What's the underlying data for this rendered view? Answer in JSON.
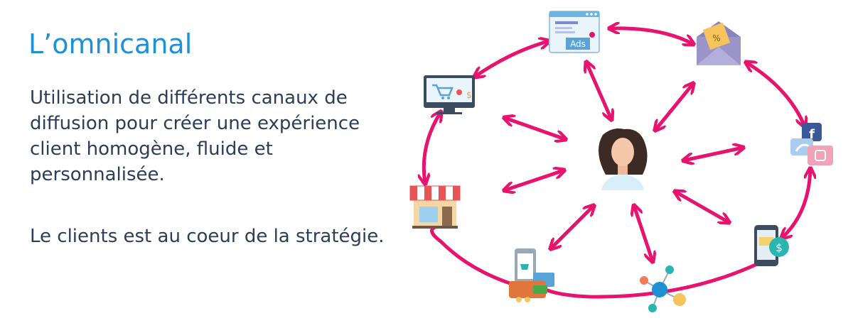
{
  "title": "L’omnicanal",
  "description": "Utilisation de différents canaux de diffusion pour créer une expérience client homogène, fluide et personnalisée.",
  "conclusion": "Le clients est au coeur de la stratégie.",
  "ads_label": "Ads",
  "colors": {
    "accent": "#e8126f",
    "title": "#1f8fd6",
    "text": "#2c3e57"
  },
  "channels": [
    "ads-browser-icon",
    "email-promo-icon",
    "social-media-icon",
    "mobile-payment-icon",
    "network-icon",
    "mobile-shop-wallet-icon",
    "store-icon",
    "ecommerce-monitor-icon"
  ]
}
